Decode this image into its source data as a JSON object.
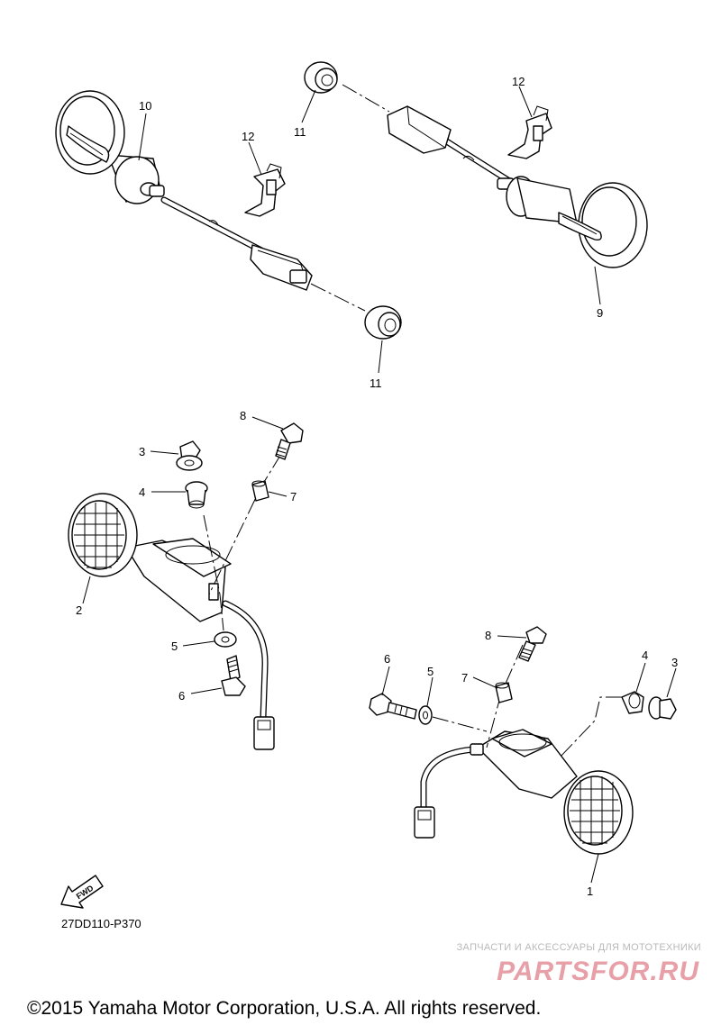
{
  "callouts": {
    "c10": "10",
    "c12a": "12",
    "c11a": "11",
    "c12b": "12",
    "c11b": "11",
    "c9": "9",
    "c8a": "8",
    "c3a": "3",
    "c4a": "4",
    "c7a": "7",
    "c2": "2",
    "c5a": "5",
    "c6a": "6",
    "c8b": "8",
    "c6b": "6",
    "c5b": "5",
    "c7b": "7",
    "c4b": "4",
    "c3b": "3",
    "c1": "1"
  },
  "fwd_label": "FWD",
  "diagram_code": "27DD110-P370",
  "copyright": "©2015 Yamaha Motor Corporation, U.S.A. All rights reserved.",
  "watermark": {
    "tagline": "ЗАПЧАСТИ И АКСЕССУАРЫ ДЛЯ МОТОТЕХНИКИ",
    "logo": "PARTSFOR.RU"
  }
}
